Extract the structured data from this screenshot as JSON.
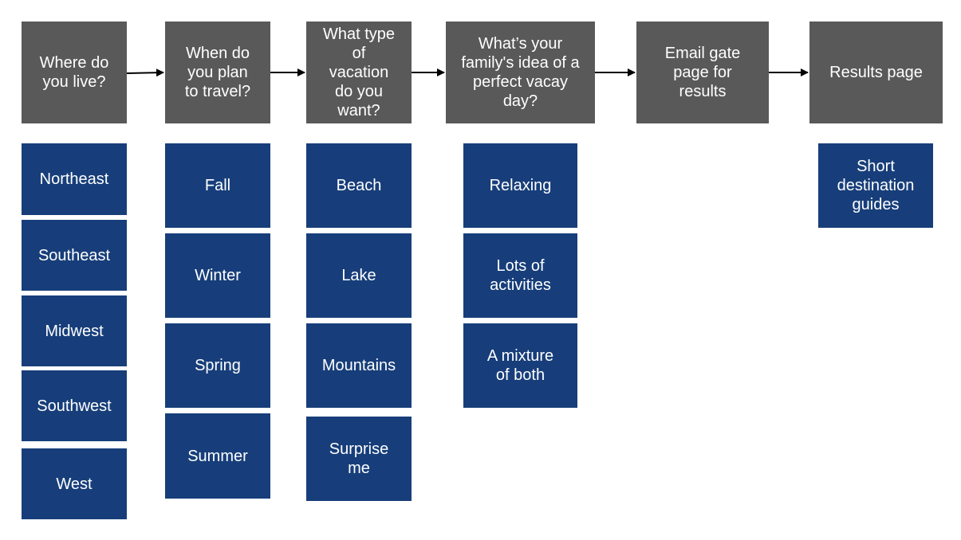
{
  "flow_steps": [
    {
      "label": "Where do\nyou live?"
    },
    {
      "label": "When do\nyou plan\nto travel?"
    },
    {
      "label": "What type\nof\nvacation\ndo you\nwant?"
    },
    {
      "label": "What’s your\nfamily's idea of a\nperfect vacay\nday?"
    },
    {
      "label": "Email gate\npage for\nresults"
    },
    {
      "label": "Results page"
    }
  ],
  "options": {
    "where_do_you_live": [
      "Northeast",
      "Southeast",
      "Midwest",
      "Southwest",
      "West"
    ],
    "when_do_you_plan_to_travel": [
      "Fall",
      "Winter",
      "Spring",
      "Summer"
    ],
    "type_of_vacation": [
      "Beach",
      "Lake",
      "Mountains",
      "Surprise\nme"
    ],
    "perfect_vacay_day": [
      "Relaxing",
      "Lots of\nactivities",
      "A mixture\nof both"
    ],
    "results_page": [
      "Short\ndestination\nguides"
    ]
  },
  "colors": {
    "step_box": "#595959",
    "option_box": "#173e7a",
    "text": "#ffffff",
    "arrow": "#000000"
  }
}
